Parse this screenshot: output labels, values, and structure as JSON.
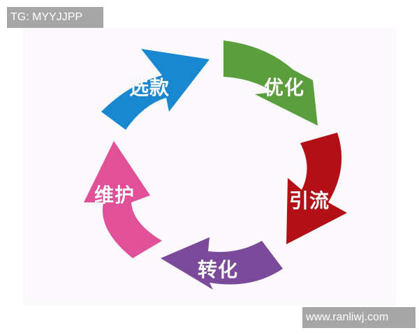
{
  "watermarks": {
    "top_left": "TG: MYYJJPP",
    "bottom_right": "www.ranliwj.com"
  },
  "cycle": {
    "type": "circular-arrow-cycle",
    "steps": [
      {
        "label": "选款",
        "color": "#1a88d1"
      },
      {
        "label": "优化",
        "color": "#5a9e3e"
      },
      {
        "label": "引流",
        "color": "#b30f16"
      },
      {
        "label": "转化",
        "color": "#7b4a9a"
      },
      {
        "label": "维护",
        "color": "#e1519a"
      }
    ]
  },
  "colors": {
    "background": "#ffffff",
    "canvas": "#fbf9fc",
    "watermark_bg": "#a6a6a6",
    "label_text": "#ffffff"
  }
}
